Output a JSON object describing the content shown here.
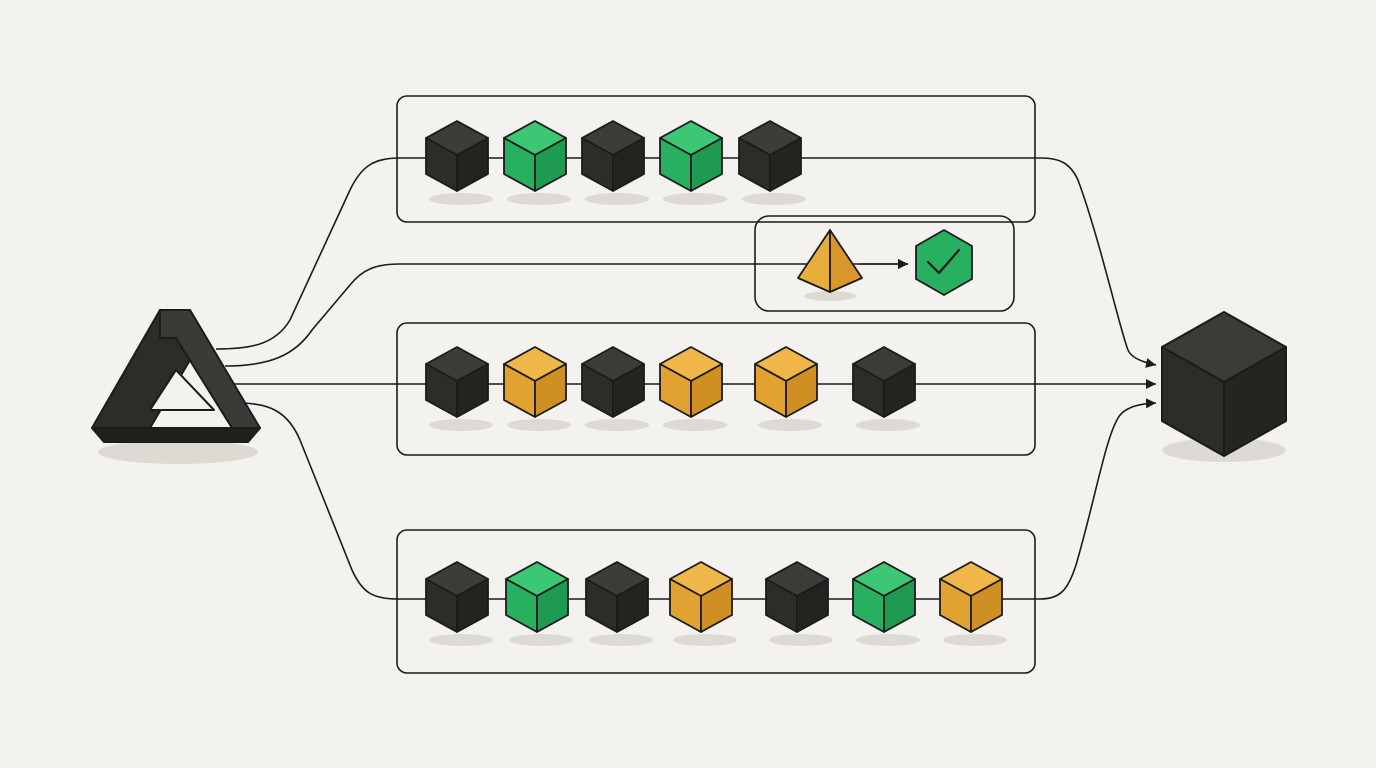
{
  "colors": {
    "background": "#f3f2ee",
    "line": "#1b1b1b",
    "dark": "#2b2d29",
    "green": "#27b060",
    "orange": "#e2a232",
    "shadow": "#dcdad3"
  },
  "source_icon": "impossible-triangle-icon",
  "target_icon": "large-dark-cube-icon",
  "lanes": [
    {
      "name": "lane-1",
      "blocks": [
        "dark",
        "green",
        "dark",
        "green",
        "dark"
      ]
    },
    {
      "name": "lane-2-side",
      "blocks": [
        "orange-pyramid",
        "green-check-hexagon"
      ]
    },
    {
      "name": "lane-3",
      "blocks": [
        "dark",
        "orange",
        "dark",
        "orange",
        "orange",
        "dark"
      ]
    },
    {
      "name": "lane-4",
      "blocks": [
        "dark",
        "green",
        "dark",
        "orange",
        "dark",
        "green",
        "orange"
      ]
    }
  ]
}
